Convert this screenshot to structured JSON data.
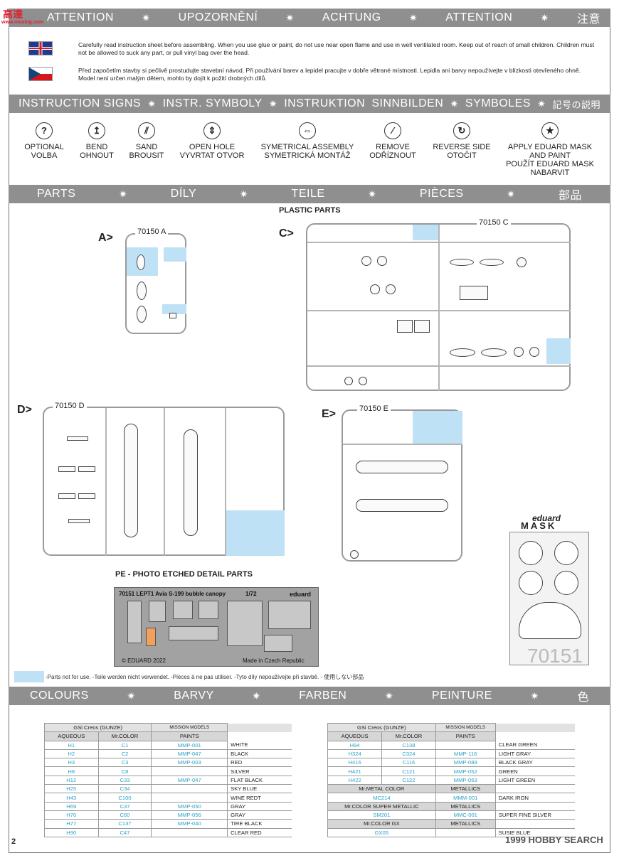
{
  "header": {
    "attention_words": [
      "ATTENTION",
      "UPOZORNĚNÍ",
      "ACHTUNG",
      "ATTENTION",
      "注意"
    ],
    "en_text": "Carefully read instruction sheet before assembling. When you use glue or paint, do not use near open flame and use in well ventilated room. Keep out of reach of small children. Children must not be allowed to suck any part, or pull vinyl bag over the head.",
    "cz_text": "Před započetím stavby si pečlivě prostudujte stavební návod. Při používání barev a lepidel pracujte v dobře větrané místnosti. Lepidla ani barvy nepoužívejte v blízkosti otevřeného ohně. Model není určen malým dětem, mohlo by dojít k požití drobných dílů."
  },
  "instruction_signs": {
    "words": [
      "INSTRUCTION SIGNS",
      "INSTR. SYMBOLY",
      "INSTRUKTION",
      "SINNBILDEN",
      "SYMBOLES",
      "記号の説明"
    ],
    "items": [
      {
        "l1": "OPTIONAL",
        "l2": "VOLBA",
        "l3": "",
        "l4": "",
        "glyph": "?"
      },
      {
        "l1": "BEND",
        "l2": "OHNOUT",
        "l3": "",
        "l4": "",
        "glyph": "↥"
      },
      {
        "l1": "SAND",
        "l2": "BROUSIT",
        "l3": "",
        "l4": "",
        "glyph": "⫽"
      },
      {
        "l1": "OPEN HOLE",
        "l2": "VYVRTAT OTVOR",
        "l3": "",
        "l4": "",
        "glyph": "⇕"
      },
      {
        "l1": "SYMETRICAL ASSEMBLY",
        "l2": "SYMETRICKÁ MONTÁŽ",
        "l3": "",
        "l4": "",
        "glyph": "⇔"
      },
      {
        "l1": "REMOVE",
        "l2": "ODŘÍZNOUT",
        "l3": "",
        "l4": "",
        "glyph": "⁄"
      },
      {
        "l1": "REVERSE SIDE",
        "l2": "OTOČIT",
        "l3": "",
        "l4": "",
        "glyph": "↻"
      },
      {
        "l1": "APPLY EDUARD MASK",
        "l2": "AND PAINT",
        "l3": "POUŽÍT EDUARD MASK",
        "l4": "NABARVIT",
        "glyph": "★"
      }
    ]
  },
  "parts_bar": [
    "PARTS",
    "DÍLY",
    "TEILE",
    "PIÈCES",
    "部品"
  ],
  "plastic_parts_title": "PLASTIC PARTS",
  "sprues": {
    "a_letter": "A>",
    "a_code": "70150 A",
    "c_letter": "C>",
    "c_code": "70150 C",
    "d_letter": "D>",
    "d_code": "70150 D",
    "e_letter": "E>",
    "e_code": "70150 E"
  },
  "pe": {
    "title": "PE - PHOTO ETCHED DETAIL PARTS",
    "plate_name": "70151 LEPT1 Avia S-199 bubble canopy",
    "scale": "1/72",
    "brand": "eduard",
    "copyright": "© EDUARD 2022",
    "made_in": "Made in Czech Republic"
  },
  "mask": {
    "brand": "eduard",
    "word": "MASK",
    "number": "70151"
  },
  "legend_text": "-Parts not for use. -Teile werden nicht verwendet. -Pièces à ne pas utiliser. -Tyto díly nepoužívejte při stavbě. -   使用しない部品",
  "colours_bar": [
    "COLOURS",
    "BARVY",
    "FARBEN",
    "PEINTURE",
    "色"
  ],
  "paint_left": {
    "gsi": "GSi Creos (GUNZE)",
    "mission": "MISSION MODELS",
    "cols": [
      "AQUEOUS",
      "Mr.COLOR",
      "PAINTS"
    ],
    "rows": [
      [
        "H1",
        "C1",
        "MMP-001",
        "WHITE"
      ],
      [
        "H2",
        "C2",
        "MMP-047",
        "BLACK"
      ],
      [
        "H3",
        "C3",
        "MMP-003",
        "RED"
      ],
      [
        "H8",
        "C8",
        "",
        "SILVER"
      ],
      [
        "H12",
        "C33",
        "MMP-047",
        "FLAT BLACK"
      ],
      [
        "H25",
        "C34",
        "",
        "SKY BLUE"
      ],
      [
        "H43",
        "C100",
        "",
        "WINE REDT"
      ],
      [
        "H69",
        "C37",
        "MMP-050",
        "GRAY"
      ],
      [
        "H70",
        "C60",
        "MMP-056",
        "GRAY"
      ],
      [
        "H77",
        "C137",
        "MMP-040",
        "TIRE BLACK"
      ],
      [
        "H90",
        "C47",
        "",
        "CLEAR RED"
      ]
    ]
  },
  "paint_right": {
    "gsi": "GSi Creos (GUNZE)",
    "mission": "MISSION MODELS",
    "cols": [
      "AQUEOUS",
      "Mr.COLOR",
      "PAINTS"
    ],
    "rows": [
      [
        "H94",
        "C138",
        "",
        "CLEAR GREEN"
      ],
      [
        "H324",
        "C324",
        "MMP-116",
        "LIGHT GRAY"
      ],
      [
        "H416",
        "C116",
        "MMP-089",
        "BLACK GRAY"
      ],
      [
        "H421",
        "C121",
        "MMP-052",
        "GREEN"
      ],
      [
        "H422",
        "C122",
        "MMP-053",
        "LIGHT GREEN"
      ]
    ],
    "metal_h": [
      "Mr.METAL COLOR",
      "METALLICS"
    ],
    "metal_row": [
      "MC214",
      "MMM-001",
      "DARK IRON"
    ],
    "super_h": [
      "Mr.COLOR SUPER METALLIC",
      "METALLICS"
    ],
    "super_row": [
      "SM201",
      "MMC-001",
      "SUPER FINE SILVER"
    ],
    "gx_h": [
      "Mr.COLOR GX",
      "METALLICS"
    ],
    "gx_row": [
      "GX05",
      "",
      "SUSIE BLUE"
    ]
  },
  "page_number": "2",
  "watermarks": {
    "top_left": "高達",
    "top_left_sub": "www.moxing.com",
    "bottom_right": "1999 HOBBY SEARCH"
  }
}
